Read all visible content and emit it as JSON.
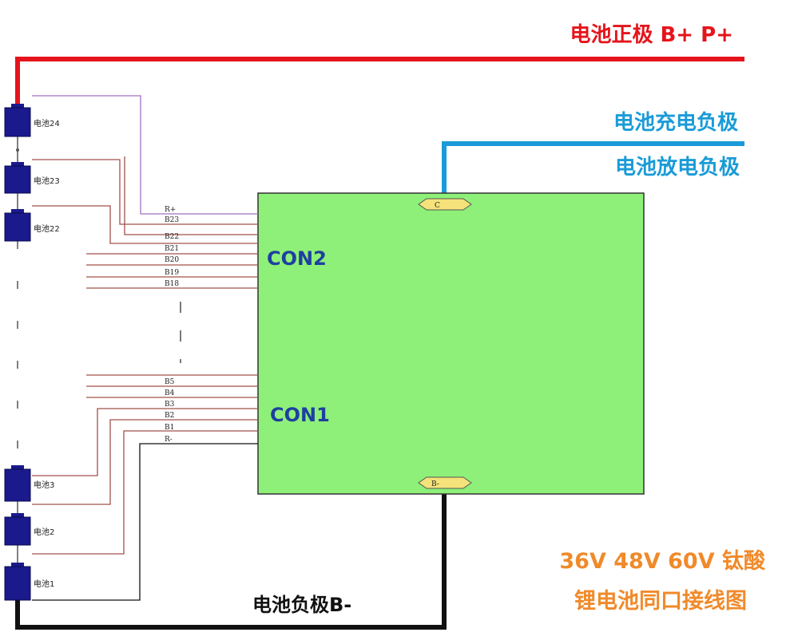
{
  "labels": {
    "battery_positive": "电池正极 B+ P+",
    "charge_negative": "电池充电负极",
    "discharge_negative": "电池放电负极",
    "battery_negative": "电池负极B-",
    "con2": "CON2",
    "con1": "CON1",
    "port_c": "C",
    "port_bminus": "B-",
    "caption_line1": "36V 48V 60V 钛酸",
    "caption_line2": "锂电池同口接线图"
  },
  "cells": [
    {
      "label": "电池24"
    },
    {
      "label": "电池23"
    },
    {
      "label": "电池22"
    },
    {
      "label": "电池3"
    },
    {
      "label": "电池2"
    },
    {
      "label": "电池1"
    }
  ],
  "con2_pins": [
    "R+",
    "B23",
    "B22",
    "B21",
    "B20",
    "B19",
    "B18"
  ],
  "con1_pins": [
    "B5",
    "B4",
    "B3",
    "B2",
    "B1",
    "R-"
  ],
  "colors": {
    "red_wire": "#e5141b",
    "blue_wire": "#1a9bd7",
    "black_wire": "#111111",
    "board_fill": "#8ef078",
    "cell_fill": "#1a1a8c",
    "sense_wire": "#a0504a",
    "purple_wire": "#a070c0",
    "orange_text": "#f08a2a",
    "con_text": "#1e3fa0"
  }
}
